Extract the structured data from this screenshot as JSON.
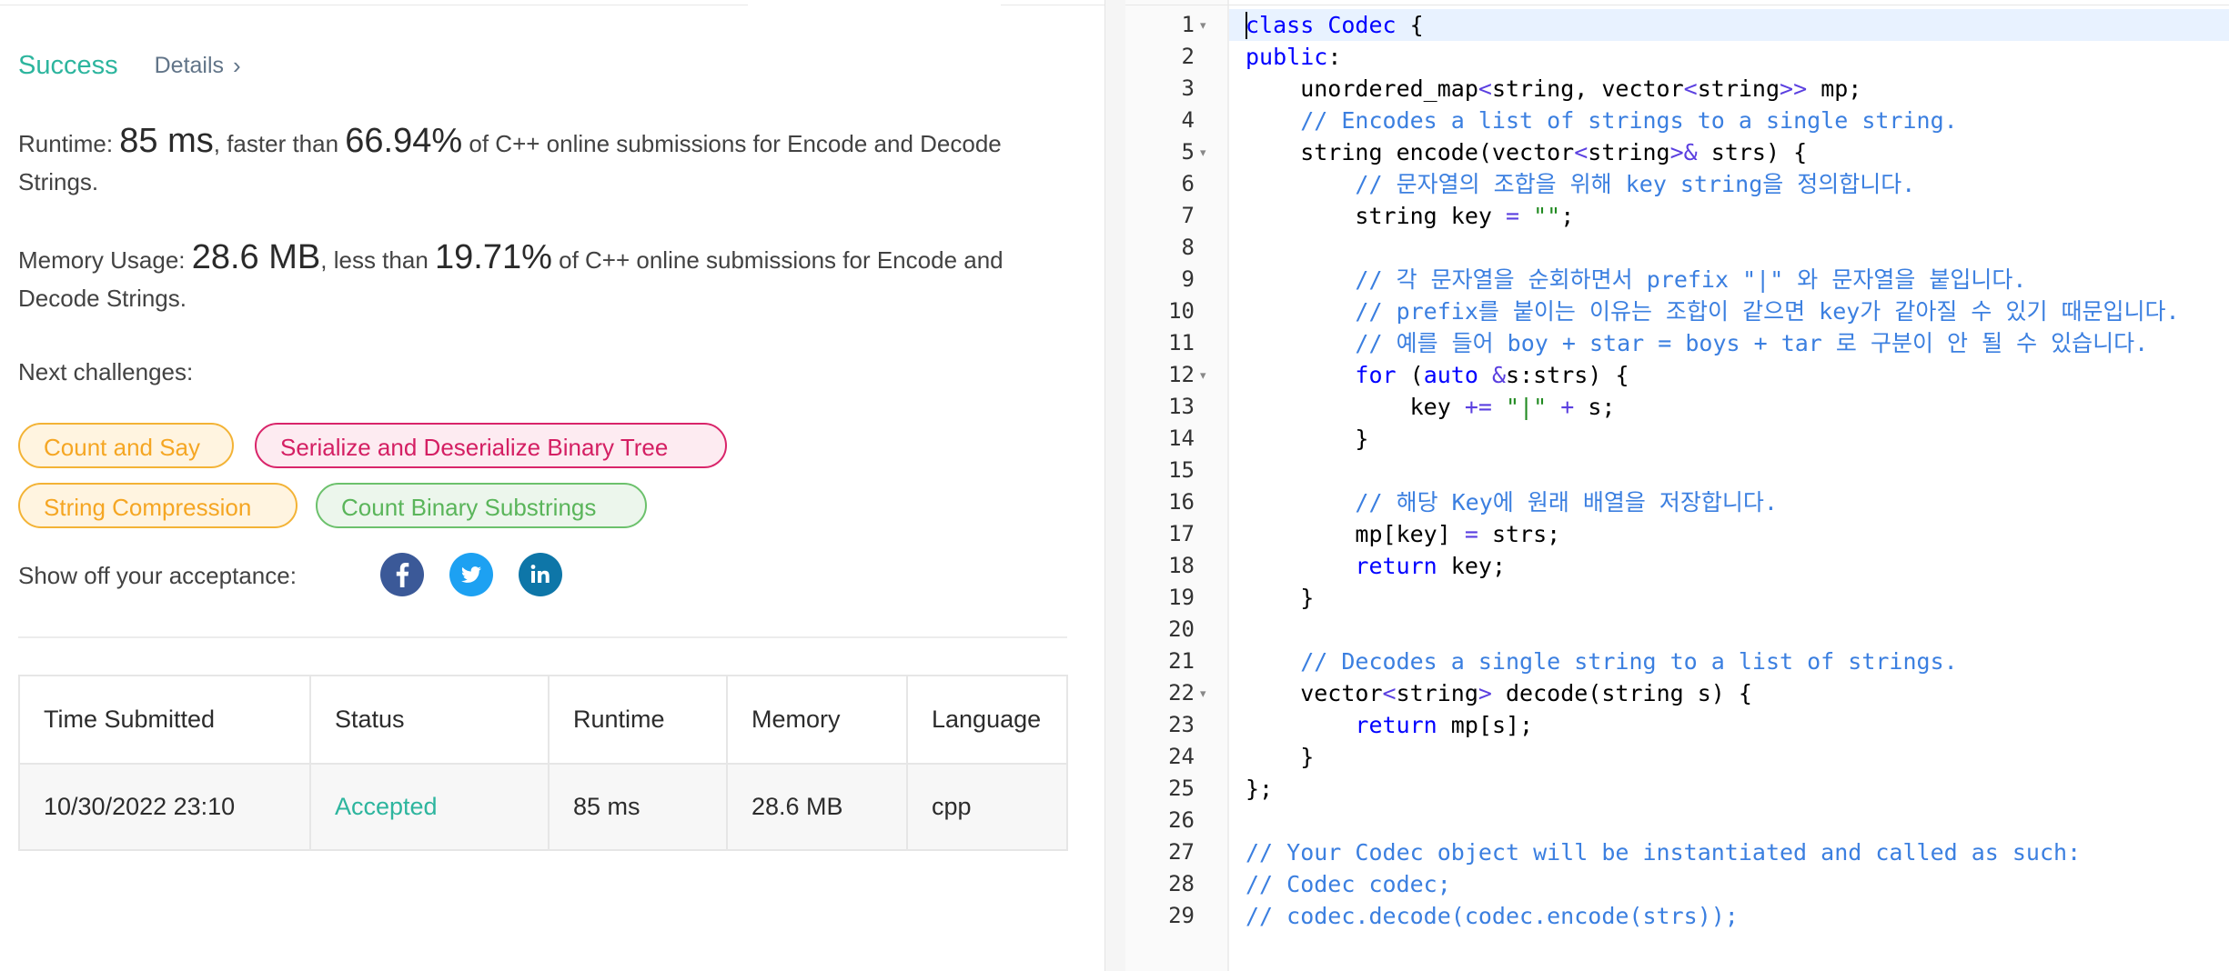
{
  "result": {
    "status": "Success",
    "details_label": "Details",
    "details_chevron": "›",
    "runtime_prefix": "Runtime: ",
    "runtime_value": "85 ms",
    "runtime_mid": ", faster than ",
    "runtime_percent": "66.94%",
    "runtime_suffix": " of C++ online submissions for Encode and Decode Strings.",
    "memory_prefix": "Memory Usage: ",
    "memory_value": "28.6 MB",
    "memory_mid": ", less than ",
    "memory_percent": "19.71%",
    "memory_suffix": " of C++ online submissions for Encode and Decode Strings."
  },
  "next_challenges": {
    "label": "Next challenges:",
    "items": [
      {
        "label": "Count and Say",
        "color": "#f5a623"
      },
      {
        "label": "Serialize and Deserialize Binary Tree",
        "color": "#d41f63"
      },
      {
        "label": "String Compression",
        "color": "#f5a623"
      },
      {
        "label": "Count Binary Substrings",
        "color": "#5ab55a"
      }
    ]
  },
  "share": {
    "label": "Show off your acceptance:",
    "icons": [
      "facebook-icon",
      "twitter-icon",
      "linkedin-icon"
    ]
  },
  "submissions": {
    "headers": [
      "Time Submitted",
      "Status",
      "Runtime",
      "Memory",
      "Language"
    ],
    "rows": [
      {
        "time": "10/30/2022 23:10",
        "status": "Accepted",
        "runtime": "85 ms",
        "memory": "28.6 MB",
        "language": "cpp"
      }
    ]
  },
  "editor": {
    "lines": [
      {
        "n": "1",
        "fold": true,
        "html": "<span class='kw'>class</span> <span class='kw'>Codec</span> {"
      },
      {
        "n": "2",
        "fold": false,
        "html": "<span class='kw'>public</span>:"
      },
      {
        "n": "3",
        "fold": false,
        "html": "    unordered_map<span class='op'>&lt;</span>string, vector<span class='op'>&lt;</span>string<span class='op'>&gt;&gt;</span> mp;"
      },
      {
        "n": "4",
        "fold": false,
        "html": "    <span class='cm'>// Encodes a list of strings to a single string.</span>"
      },
      {
        "n": "5",
        "fold": true,
        "html": "    string encode(vector<span class='op'>&lt;</span>string<span class='op'>&gt;&amp;</span> strs) {"
      },
      {
        "n": "6",
        "fold": false,
        "html": "        <span class='cm'>// 문자열의 조합을 위해 key string을 정의합니다.</span>"
      },
      {
        "n": "7",
        "fold": false,
        "html": "        string key <span class='op'>=</span> <span class='st'>\"\"</span>;"
      },
      {
        "n": "8",
        "fold": false,
        "html": ""
      },
      {
        "n": "9",
        "fold": false,
        "html": "        <span class='cm'>// 각 문자열을 순회하면서 prefix \"|\" 와 문자열을 붙입니다.</span>"
      },
      {
        "n": "10",
        "fold": false,
        "html": "        <span class='cm'>// prefix를 붙이는 이유는 조합이 같으면 key가 같아질 수 있기 때문입니다.</span>"
      },
      {
        "n": "11",
        "fold": false,
        "html": "        <span class='cm'>// 예를 들어 boy + star = boys + tar 로 구분이 안 될 수 있습니다.</span>"
      },
      {
        "n": "12",
        "fold": true,
        "html": "        <span class='kw'>for</span> (<span class='kw'>auto</span> <span class='op'>&amp;</span>s:strs) {"
      },
      {
        "n": "13",
        "fold": false,
        "html": "            key <span class='op'>+=</span> <span class='st'>\"|\"</span> <span class='op'>+</span> s;"
      },
      {
        "n": "14",
        "fold": false,
        "html": "        }"
      },
      {
        "n": "15",
        "fold": false,
        "html": ""
      },
      {
        "n": "16",
        "fold": false,
        "html": "        <span class='cm'>// 해당 Key에 원래 배열을 저장합니다.</span>"
      },
      {
        "n": "17",
        "fold": false,
        "html": "        mp[key] <span class='op'>=</span> strs;"
      },
      {
        "n": "18",
        "fold": false,
        "html": "        <span class='kw'>return</span> key;"
      },
      {
        "n": "19",
        "fold": false,
        "html": "    }"
      },
      {
        "n": "20",
        "fold": false,
        "html": ""
      },
      {
        "n": "21",
        "fold": false,
        "html": "    <span class='cm'>// Decodes a single string to a list of strings.</span>"
      },
      {
        "n": "22",
        "fold": true,
        "html": "    vector<span class='op'>&lt;</span>string<span class='op'>&gt;</span> decode(string s) {"
      },
      {
        "n": "23",
        "fold": false,
        "html": "        <span class='kw'>return</span> mp[s];"
      },
      {
        "n": "24",
        "fold": false,
        "html": "    }"
      },
      {
        "n": "25",
        "fold": false,
        "html": "};"
      },
      {
        "n": "26",
        "fold": false,
        "html": ""
      },
      {
        "n": "27",
        "fold": false,
        "html": "<span class='cm'>// Your Codec object will be instantiated and called as such:</span>"
      },
      {
        "n": "28",
        "fold": false,
        "html": "<span class='cm'>// Codec codec;</span>"
      },
      {
        "n": "29",
        "fold": false,
        "html": "<span class='cm'>// codec.decode(codec.encode(strs));</span>"
      }
    ]
  }
}
